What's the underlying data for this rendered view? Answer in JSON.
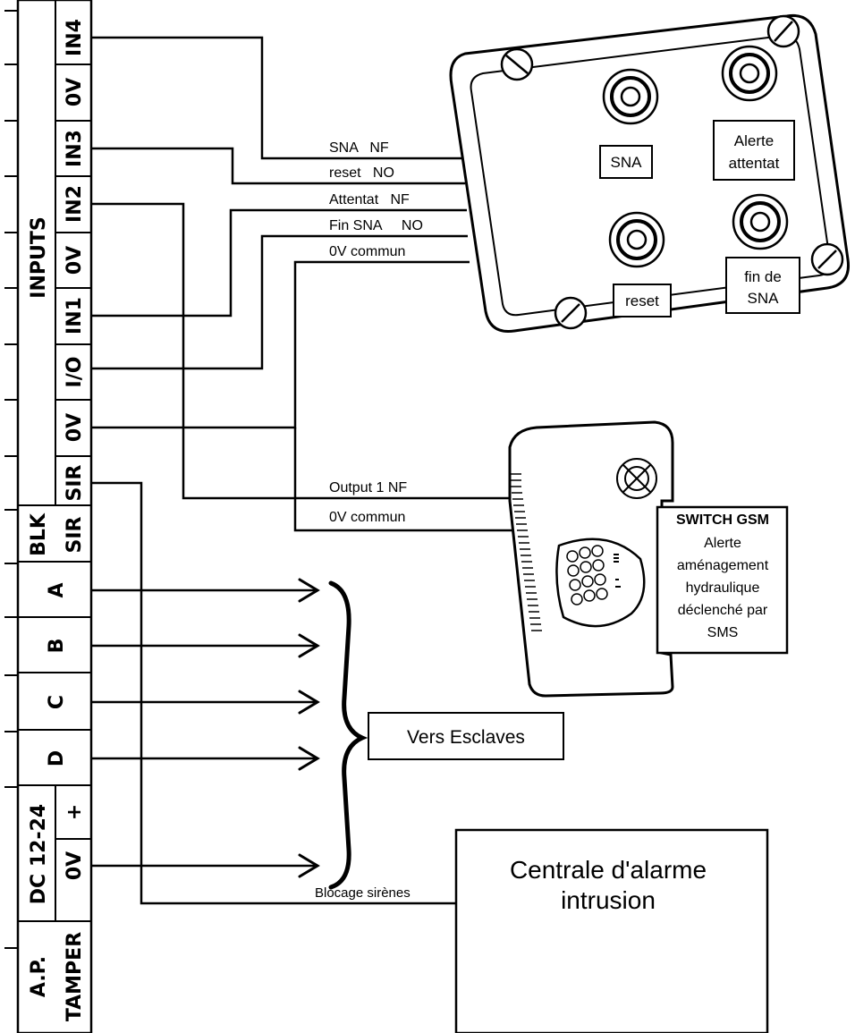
{
  "terminal_block": {
    "group_inputs": "INPUTS",
    "group_blk": "BLK",
    "group_dc": "DC 12-24",
    "group_ap": "A.P.",
    "terminals": [
      "IN4",
      "0V",
      "IN3",
      "IN2",
      "0V",
      "IN1",
      "I/O",
      "0V",
      "SIR",
      "SIR",
      "A",
      "B",
      "C",
      "D",
      "+",
      "0V",
      "TAMPER"
    ]
  },
  "wires": {
    "sna": "SNA   NF",
    "reset": "reset   NO",
    "attentat": "Attentat   NF",
    "fin_sna": "Fin SNA     NO",
    "common_box": "0V commun",
    "output1": "Output 1 NF",
    "common_gsm": "0V commun",
    "blocage": "Blocage sirènes"
  },
  "button_box": {
    "sna": "SNA",
    "alerte": [
      "Alerte",
      "attentat"
    ],
    "reset": "reset",
    "fin": [
      "fin de",
      "SNA"
    ]
  },
  "gsm": {
    "title": "SWITCH GSM",
    "lines": [
      "Alerte",
      "aménagement",
      "hydraulique",
      "déclenché par",
      "SMS"
    ]
  },
  "slaves_label": "Vers Esclaves",
  "central": [
    "Centrale d'alarme",
    "intrusion"
  ]
}
